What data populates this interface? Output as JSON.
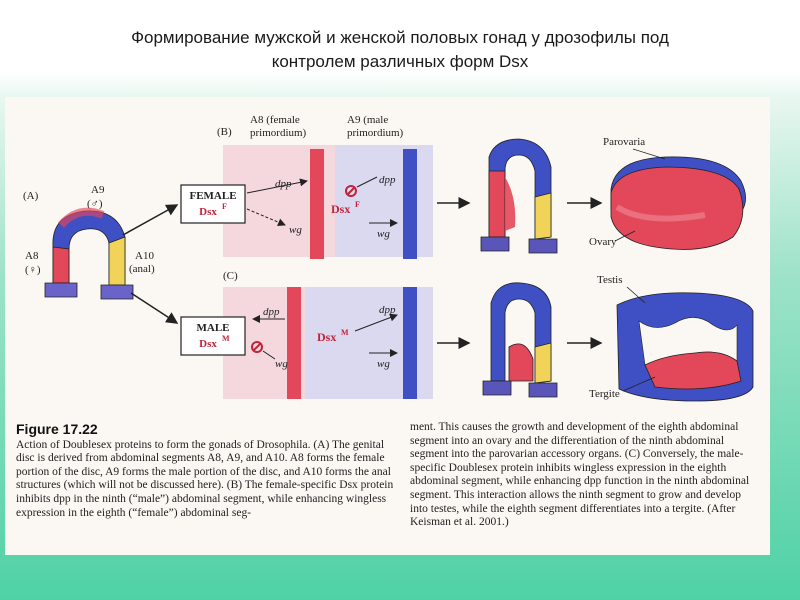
{
  "slide": {
    "title_line1": "Формирование мужской и женской половых гонад у дрозофилы под",
    "title_line2": "контролем различных форм Dsx"
  },
  "figure": {
    "panel_a": {
      "label": "(A)",
      "a9": "A9",
      "a9_sex": "(♂)",
      "a8": "A8",
      "a8_sex": "(♀)",
      "a10": "A10",
      "a10_note": "(anal)"
    },
    "panel_b": {
      "label": "(B)",
      "a8_header_1": "A8 (female",
      "a8_header_2": "primordium)",
      "a9_header_1": "A9 (male",
      "a9_header_2": "primordium)",
      "box_line1": "FEMALE",
      "box_line2": "Dsx",
      "box_sup": "F",
      "dpp": "dpp",
      "wg": "wg",
      "dsx_center": "Dsx",
      "dsx_center_sup": "F"
    },
    "panel_c": {
      "label": "(C)",
      "box_line1": "MALE",
      "box_line2": "Dsx",
      "box_sup": "M",
      "dpp": "dpp",
      "wg": "wg",
      "dsx_center": "Dsx",
      "dsx_center_sup": "M"
    },
    "right_labels": {
      "parovaria": "Parovaria",
      "ovary": "Ovary",
      "testis": "Testis",
      "tergite": "Tergite"
    },
    "colors": {
      "female_red": "#e2475a",
      "male_blue": "#3f4fc4",
      "anal_yellow": "#f1d35a",
      "band_pink": "#f7d4dc",
      "band_lilac": "#cfd2f1"
    },
    "caption": {
      "number": "Figure 17.22",
      "left_text": "Action of Doublesex proteins to form the gonads of Drosophila. (A) The genital disc is derived from abdominal segments A8, A9, and A10. A8 forms the female portion of the disc, A9 forms the male portion of the disc, and A10 forms the anal structures (which will not be discussed here). (B) The female-specific Dsx protein inhibits dpp in the ninth (“male”) abdominal segment, while enhancing wingless expression in the eighth (“female”) abdominal seg-",
      "right_text": "ment. This causes the growth and development of the eighth abdominal segment into an ovary and the differentiation of the ninth abdominal segment into the parovarian accessory organs. (C) Conversely, the male-specific Doublesex protein inhibits wingless expression in the eighth abdominal segment, while enhancing dpp function in the ninth abdominal segment. This interaction allows the ninth segment to grow and develop into testes, while the eighth segment differentiates into a tergite. (After Keisman et al. 2001.)"
    }
  }
}
